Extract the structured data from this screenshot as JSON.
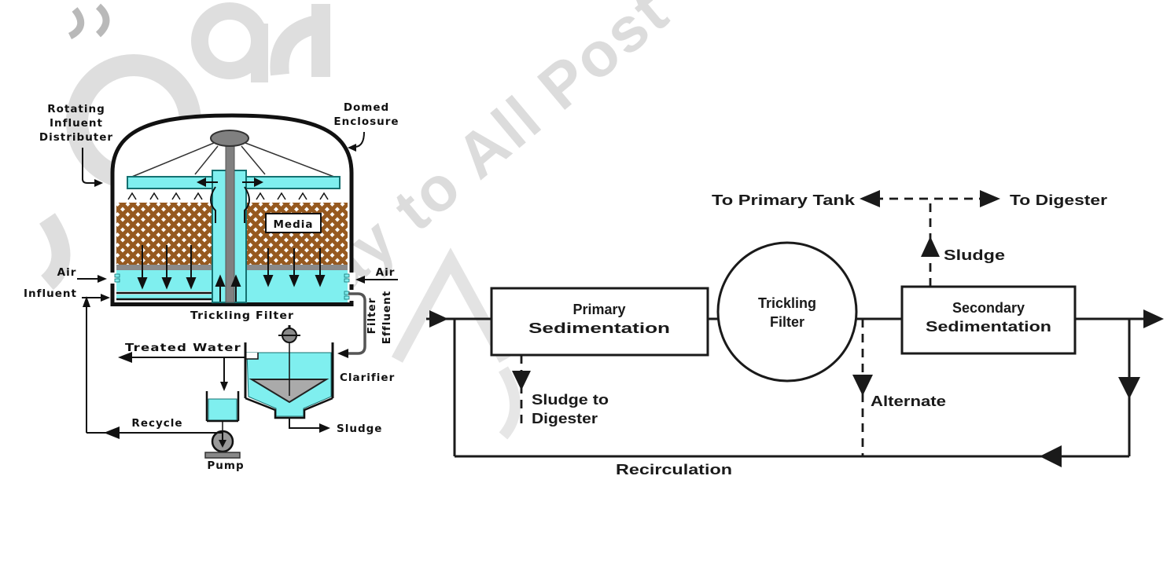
{
  "page": {
    "background": "#ffffff"
  },
  "watermark": {
    "diagonal_text": "ay to All Post",
    "color": "#dcdcdc"
  },
  "left_diagram": {
    "labels": {
      "rotating_influent_distributor": [
        "Rotating",
        "Influent",
        "Distributer"
      ],
      "domed_enclosure": [
        "Domed",
        "Enclosure"
      ],
      "media": "Media",
      "air_left": "Air",
      "influent": "Influent",
      "air_right": "Air",
      "trickling_filter": "Trickling Filter",
      "filter_effluent": [
        "Filter",
        "Effluent"
      ],
      "treated_water": "Treated Water",
      "clarifier": "Clarifier",
      "recycle": "Recycle",
      "sludge": "Sludge",
      "pump": "Pump"
    },
    "colors": {
      "water": "#7fefef",
      "media_brown": "#96591f",
      "metal_gray": "#808080",
      "pipe_gray": "#555555"
    }
  },
  "right_diagram": {
    "nodes": {
      "primary_sedimentation": [
        "Primary",
        "Sedimentation"
      ],
      "trickling_filter": [
        "Trickling",
        "Filter"
      ],
      "secondary_sedimentation": [
        "Secondary",
        "Sedimentation"
      ]
    },
    "labels": {
      "to_primary_tank": "To Primary Tank",
      "to_digester": "To Digester",
      "sludge": "Sludge",
      "sludge_to_digester": [
        "Sludge to",
        "Digester"
      ],
      "alternate": "Alternate",
      "recirculation": "Recirculation"
    },
    "line_color": "#1a1a1a"
  }
}
